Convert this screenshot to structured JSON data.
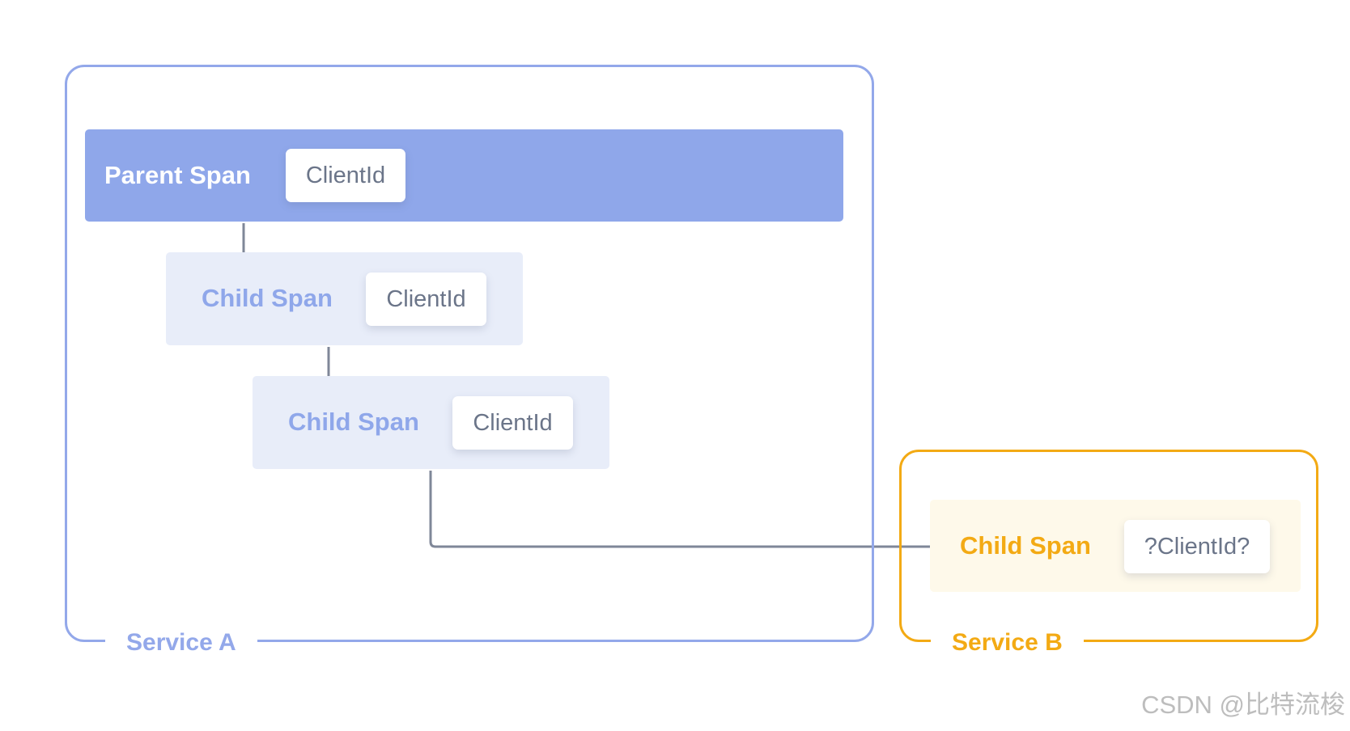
{
  "services": {
    "a": {
      "label": "Service A",
      "color": "#93a8ea"
    },
    "b": {
      "label": "Service B",
      "color": "#f3aa14"
    }
  },
  "spans": {
    "parent": {
      "title": "Parent Span",
      "chip": "ClientId",
      "color": "#8fa7ea"
    },
    "child1": {
      "title": "Child Span",
      "chip": "ClientId"
    },
    "child2": {
      "title": "Child Span",
      "chip": "ClientId"
    },
    "childB": {
      "title": "Child Span",
      "chip": "?ClientId?"
    }
  },
  "connector_color": "#7f8798",
  "watermark": "CSDN @比特流梭"
}
